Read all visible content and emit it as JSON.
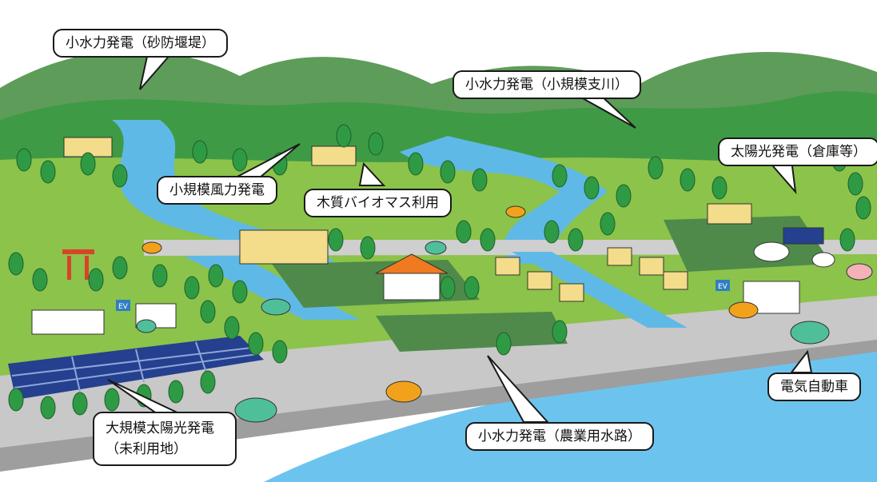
{
  "labels": {
    "small_hydro_sabo": "小水力発電（砂防堰堤）",
    "small_hydro_branch": "小水力発電（小規模支川）",
    "solar_warehouse": "太陽光発電（倉庫等）",
    "small_wind": "小規模風力発電",
    "wood_biomass": "木質バイオマス利用",
    "large_solar_line1": "大規模太陽光発電",
    "large_solar_line2": "（未利用地）",
    "small_hydro_agri": "小水力発電（農業用水路）",
    "electric_vehicle": "電気自動車"
  },
  "signs": {
    "ev_left": "EV",
    "ev_right": "EV"
  },
  "colors": {
    "sky": "#ffffff",
    "far_hill": "#5e9c5a",
    "hill": "#3f9a45",
    "meadow": "#8cc34a",
    "river": "#5fb9e6",
    "road": "#c8c8c8",
    "sea": "#6cc4ee",
    "solar_panel": "#24408f",
    "tree": "#2f9a44",
    "car_green": "#4fbf9a",
    "car_orange": "#f2a21a"
  }
}
